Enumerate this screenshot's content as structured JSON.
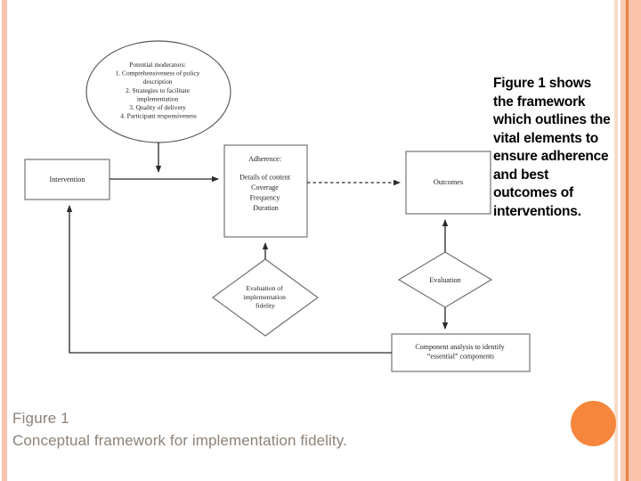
{
  "page": {
    "background_color": "#ffffff",
    "accent_color": "#f5863b",
    "stripe_color": "#f8c4ac",
    "stripe_accent_color": "#e8803f"
  },
  "overlay_note": {
    "text": "Figure 1 shows the framework which outlines the vital elements to ensure adherence and best outcomes of interventions."
  },
  "caption": {
    "title": "Figure 1",
    "subtitle": "Conceptual framework for implementation fidelity.",
    "color": "#8c8279"
  },
  "diagram": {
    "type": "flowchart",
    "nodes": {
      "moderators": {
        "shape": "ellipse",
        "lines": [
          "Potential moderators:",
          "1. Comprehensiveness of policy",
          "description",
          "2. Strategies to facilitate",
          "implementation",
          "3. Quality of delivery",
          "4. Participant responsiveness"
        ]
      },
      "intervention": {
        "shape": "rectangle",
        "lines": [
          "Intervention"
        ]
      },
      "adherence": {
        "shape": "rectangle",
        "lines": [
          "Adherence:",
          "Details of content",
          "Coverage",
          "Frequency",
          "Duration"
        ]
      },
      "outcomes": {
        "shape": "rectangle",
        "lines": [
          "Outcomes"
        ]
      },
      "evaluation_fidelity": {
        "shape": "diamond",
        "lines": [
          "Evaluation of",
          "implementation",
          "fidelity"
        ]
      },
      "evaluation": {
        "shape": "diamond",
        "lines": [
          "Evaluation"
        ]
      },
      "component_analysis": {
        "shape": "rectangle",
        "lines": [
          "Component analysis to identify",
          "“essential” components"
        ]
      }
    },
    "edges": [
      {
        "from": "moderators",
        "to": "adherence_link",
        "style": "solid",
        "arrow": true
      },
      {
        "from": "intervention",
        "to": "adherence",
        "style": "solid",
        "arrow": true
      },
      {
        "from": "adherence",
        "to": "outcomes",
        "style": "dashed",
        "arrow": true
      },
      {
        "from": "evaluation_fidelity",
        "to": "adherence",
        "style": "solid",
        "arrow": true
      },
      {
        "from": "evaluation",
        "to": "outcomes",
        "style": "solid",
        "arrow": true
      },
      {
        "from": "evaluation",
        "to": "component_analysis",
        "style": "solid",
        "arrow": true
      },
      {
        "from": "component_analysis",
        "to": "intervention",
        "style": "solid",
        "arrow": true
      }
    ]
  }
}
